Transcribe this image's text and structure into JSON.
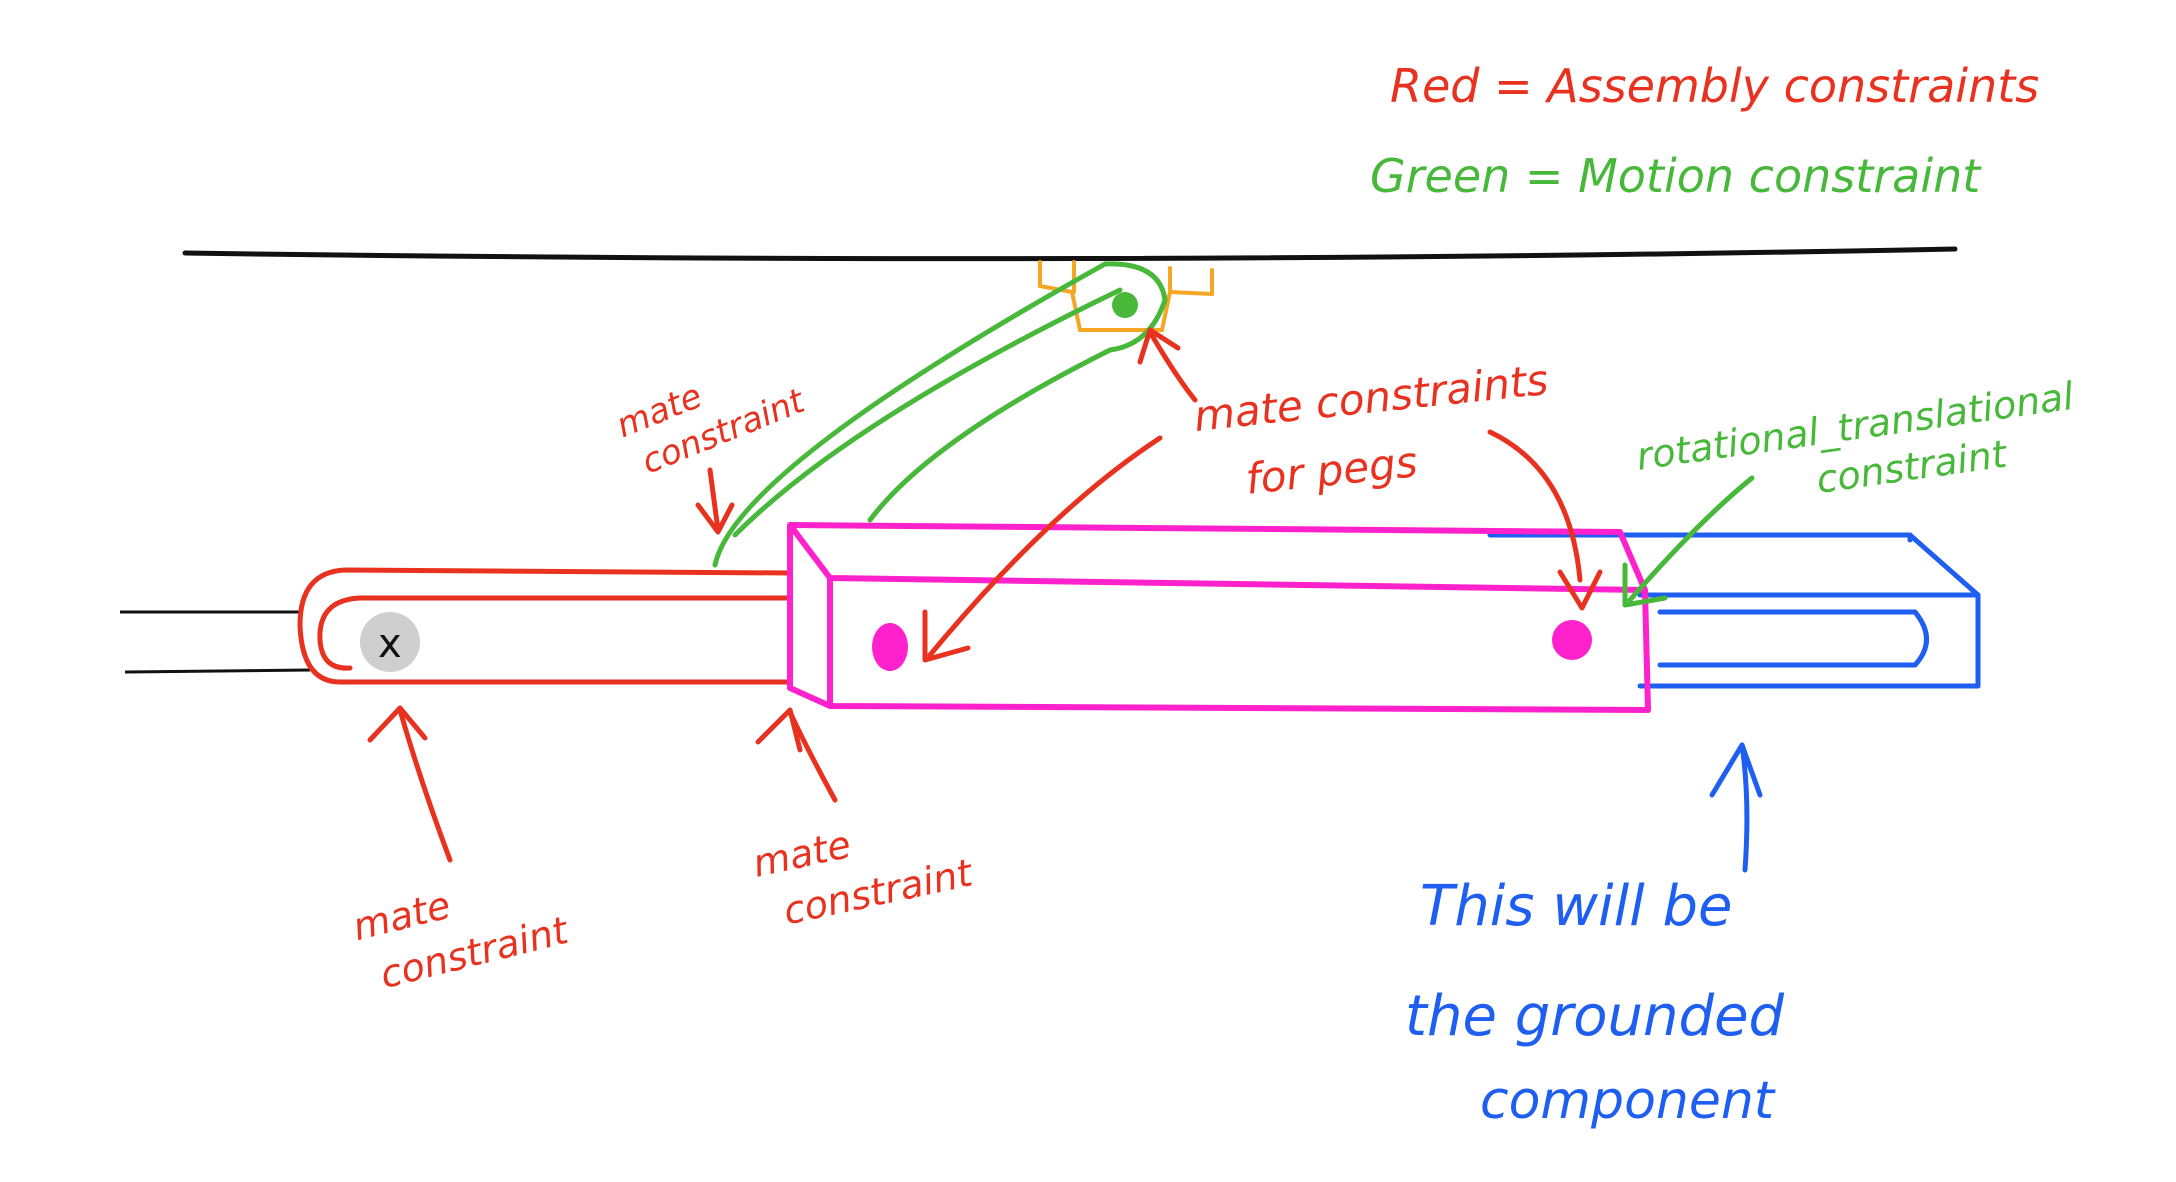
{
  "legend": {
    "red_line": "Red = Assembly constraints",
    "green_line": "Green = Motion constraint"
  },
  "labels": {
    "mate_top_line1": "mate",
    "mate_top_line2": "constraint",
    "mate_bottom_left_line1": "mate",
    "mate_bottom_left_line2": "constraint",
    "mate_bottom_mid_line1": "mate",
    "mate_bottom_mid_line2": "constraint",
    "pegs_line1": "mate constraints",
    "pegs_line2": "for pegs",
    "rot_trans_line1": "rotational_translational",
    "rot_trans_line2": "constraint",
    "grounded_line1": "This will be",
    "grounded_line2": "the grounded",
    "grounded_line3": "component",
    "pin_mark": "x"
  },
  "colors": {
    "assembly": "#e8321f",
    "motion": "#48b83a",
    "box": "#ff22cc",
    "ground": "#1e5ef0",
    "bracket": "#f5a623",
    "ink": "#111111",
    "pin": "#cfcfcf"
  }
}
